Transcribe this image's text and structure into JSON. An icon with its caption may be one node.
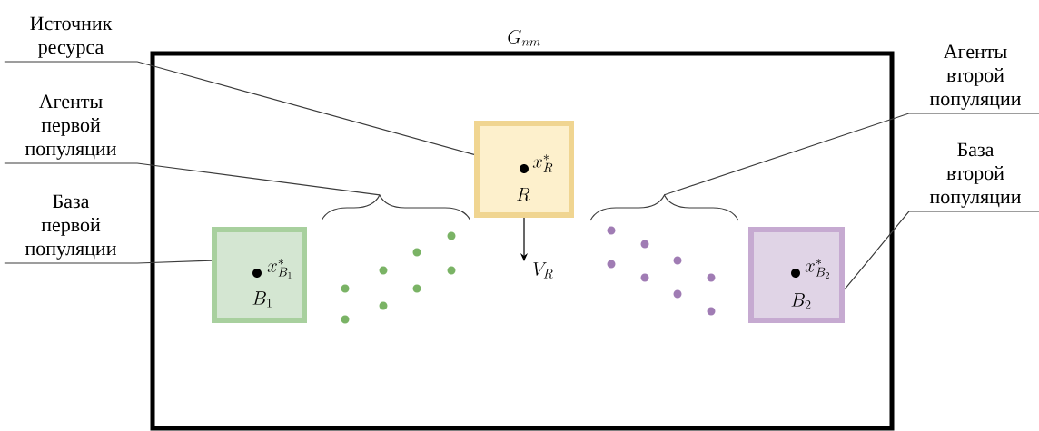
{
  "diagram": {
    "nodes": [
      {
        "text": [
          "G_{nm}"
        ]
      },
      {
        "text": [
          "x^*_R",
          "R"
        ],
        "in": 0
      },
      {
        "text": [
          "x^*_{B_1}",
          "B_1"
        ],
        "in": 0
      },
      {
        "text": [
          "x^*_{B_2}",
          "B_2"
        ],
        "in": 0
      },
      {
        "text": [],
        "shape": "brace",
        "in": 0
      },
      {
        "text": [],
        "shape": "brace",
        "in": 0
      },
      {
        "text": [
          "V_R"
        ],
        "in": 0
      },
      {
        "text": [
          "Источник ресурса"
        ]
      },
      {
        "text": [
          "Агенты первой популяции"
        ]
      },
      {
        "text": [
          "База первой популяции"
        ]
      },
      {
        "text": [
          "Агенты второй популяции"
        ]
      },
      {
        "text": [
          "База второй популяции"
        ]
      }
    ],
    "edges": [
      {
        "from": 1,
        "to": 6,
        "arrow": "to"
      },
      {
        "from": 7,
        "to": 1,
        "arrow": "none"
      },
      {
        "from": 8,
        "to": 4,
        "arrow": "none"
      },
      {
        "from": 9,
        "to": 2,
        "arrow": "none"
      },
      {
        "from": 10,
        "to": 5,
        "arrow": "none"
      },
      {
        "from": 11,
        "to": 3,
        "arrow": "none"
      }
    ]
  }
}
